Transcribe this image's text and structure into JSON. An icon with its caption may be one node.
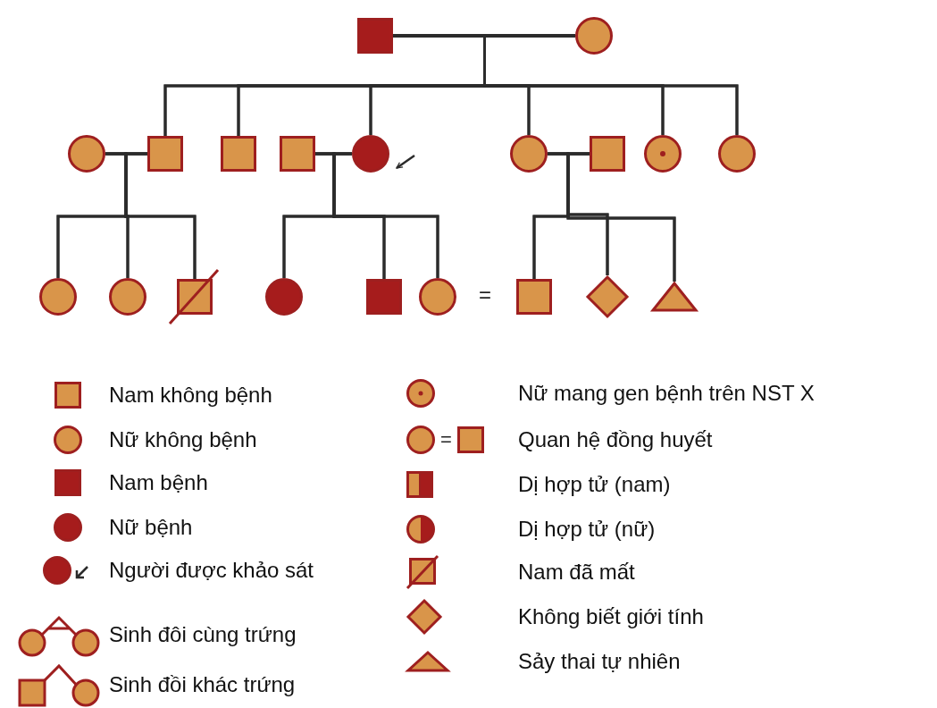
{
  "diagram": {
    "nodes": [
      {
        "text": [],
        "shape": "box"
      },
      {
        "text": [],
        "shape": "circle"
      },
      {
        "text": [],
        "shape": "circle"
      },
      {
        "text": [],
        "shape": "box"
      },
      {
        "text": [],
        "shape": "box"
      },
      {
        "text": [],
        "shape": "box"
      },
      {
        "text": [],
        "shape": "circle"
      },
      {
        "text": [],
        "shape": "circle"
      },
      {
        "text": [],
        "shape": "box"
      },
      {
        "text": [],
        "shape": "circle"
      },
      {
        "text": [],
        "shape": "circle"
      },
      {
        "text": [],
        "shape": "circle"
      },
      {
        "text": [],
        "shape": "circle"
      },
      {
        "text": [],
        "shape": "box"
      },
      {
        "text": [],
        "shape": "circle"
      },
      {
        "text": [],
        "shape": "box"
      },
      {
        "text": [],
        "shape": "circle"
      },
      {
        "text": [],
        "shape": "box"
      },
      {
        "text": [],
        "shape": "diamond"
      },
      {
        "text": [],
        "shape": "triangle"
      }
    ],
    "edges": [
      {
        "from": 0,
        "to": 1,
        "arrow": "none"
      },
      {
        "from": 0,
        "to": 3,
        "arrow": "none"
      },
      {
        "from": 0,
        "to": 4,
        "arrow": "none"
      },
      {
        "from": 0,
        "to": 6,
        "arrow": "none"
      },
      {
        "from": 0,
        "to": 7,
        "arrow": "none"
      },
      {
        "from": 0,
        "to": 9,
        "arrow": "none"
      },
      {
        "from": 0,
        "to": 10,
        "arrow": "none"
      },
      {
        "from": 1,
        "to": 3,
        "arrow": "none"
      },
      {
        "from": 1,
        "to": 4,
        "arrow": "none"
      },
      {
        "from": 1,
        "to": 6,
        "arrow": "none"
      },
      {
        "from": 1,
        "to": 7,
        "arrow": "none"
      },
      {
        "from": 1,
        "to": 9,
        "arrow": "none"
      },
      {
        "from": 1,
        "to": 10,
        "arrow": "none"
      },
      {
        "from": 2,
        "to": 3,
        "arrow": "none"
      },
      {
        "from": 2,
        "to": 11,
        "arrow": "none"
      },
      {
        "from": 2,
        "to": 12,
        "arrow": "none"
      },
      {
        "from": 2,
        "to": 13,
        "arrow": "none"
      },
      {
        "from": 3,
        "to": 11,
        "arrow": "none"
      },
      {
        "from": 3,
        "to": 12,
        "arrow": "none"
      },
      {
        "from": 3,
        "to": 13,
        "arrow": "none"
      },
      {
        "from": 5,
        "to": 6,
        "arrow": "none"
      },
      {
        "from": 5,
        "to": 14,
        "arrow": "none"
      },
      {
        "from": 5,
        "to": 15,
        "arrow": "none"
      },
      {
        "from": 5,
        "to": 16,
        "arrow": "none"
      },
      {
        "from": 6,
        "to": 14,
        "arrow": "none"
      },
      {
        "from": 6,
        "to": 15,
        "arrow": "none"
      },
      {
        "from": 6,
        "to": 16,
        "arrow": "none"
      },
      {
        "from": 7,
        "to": 8,
        "arrow": "none"
      },
      {
        "from": 7,
        "to": 17,
        "arrow": "none"
      },
      {
        "from": 7,
        "to": 18,
        "arrow": "none"
      },
      {
        "from": 7,
        "to": 19,
        "arrow": "none"
      },
      {
        "from": 8,
        "to": 17,
        "arrow": "none"
      },
      {
        "from": 8,
        "to": 18,
        "arrow": "none"
      },
      {
        "from": 8,
        "to": 19,
        "arrow": "none"
      },
      {
        "from": null,
        "to": 6,
        "arrow": "to"
      }
    ],
    "labels": [
      "=",
      "="
    ],
    "legend": [
      {
        "text": "Nam không bệnh"
      },
      {
        "text": "Nữ không bệnh"
      },
      {
        "text": "Nam bệnh"
      },
      {
        "text": "Nữ bệnh"
      },
      {
        "text": "Người được khảo sát"
      },
      {
        "text": "Sinh đôi cùng trứng"
      },
      {
        "text": "Sinh đồi khác trứng"
      },
      {
        "text": "Nữ mang gen bệnh trên NST X"
      },
      {
        "text": "Quan hệ đồng huyết"
      },
      {
        "text": "Dị hợp tử (nam)"
      },
      {
        "text": "Dị hợp tử (nữ)"
      },
      {
        "text": "Nam đã mất"
      },
      {
        "text": "Không biết giới tính"
      },
      {
        "text": "Sảy thai tự nhiên"
      }
    ]
  }
}
